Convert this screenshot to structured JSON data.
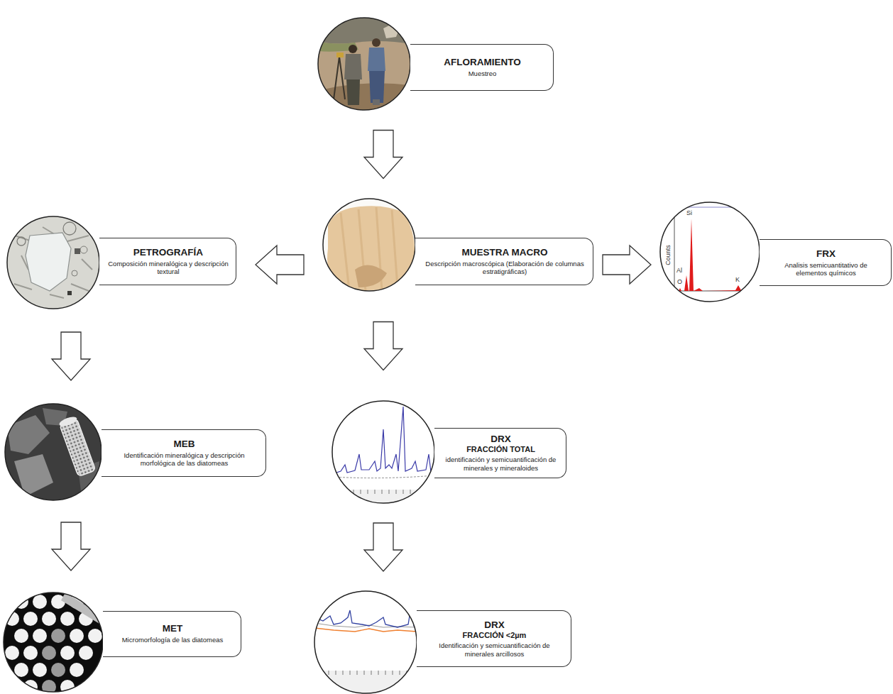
{
  "diagram": {
    "nodes": [
      {
        "text": [
          "AFLORAMIENTO",
          "Muestreo"
        ]
      },
      {
        "text": [
          "PETROGRAFÍA",
          "Composición mineralógica y descripción textural"
        ]
      },
      {
        "text": [
          "MUESTRA MACRO",
          "Descripción macroscópica (Elaboración de columnas estratigráficas)"
        ]
      },
      {
        "text": [
          "FRX",
          "Analisis semicuantitativo de elementos químicos"
        ]
      },
      {
        "text": [
          "MEB",
          "Identificación mineralógica y descripción morfológica de las diatomeas"
        ]
      },
      {
        "text": [
          "DRX",
          "FRACCIÓN TOTAL",
          "identificación y semicuantificación de minerales y mineraloides"
        ]
      },
      {
        "text": [
          "MET",
          "Micromorfología de las diatomeas"
        ]
      },
      {
        "text": [
          "DRX",
          "FRACCIÓN <2µm",
          "Identificación y semicuantificación de minerales arcillosos"
        ]
      }
    ],
    "edges": [
      {
        "from": 0,
        "to": 2,
        "arrow": "to"
      },
      {
        "from": 2,
        "to": 1,
        "arrow": "to"
      },
      {
        "from": 2,
        "to": 3,
        "arrow": "to"
      },
      {
        "from": 1,
        "to": 4,
        "arrow": "to"
      },
      {
        "from": 2,
        "to": 5,
        "arrow": "to"
      },
      {
        "from": 4,
        "to": 6,
        "arrow": "to"
      },
      {
        "from": 5,
        "to": 7,
        "arrow": "to"
      }
    ],
    "labels": [
      "Si",
      "Al",
      "K",
      "O",
      "Counts"
    ]
  }
}
